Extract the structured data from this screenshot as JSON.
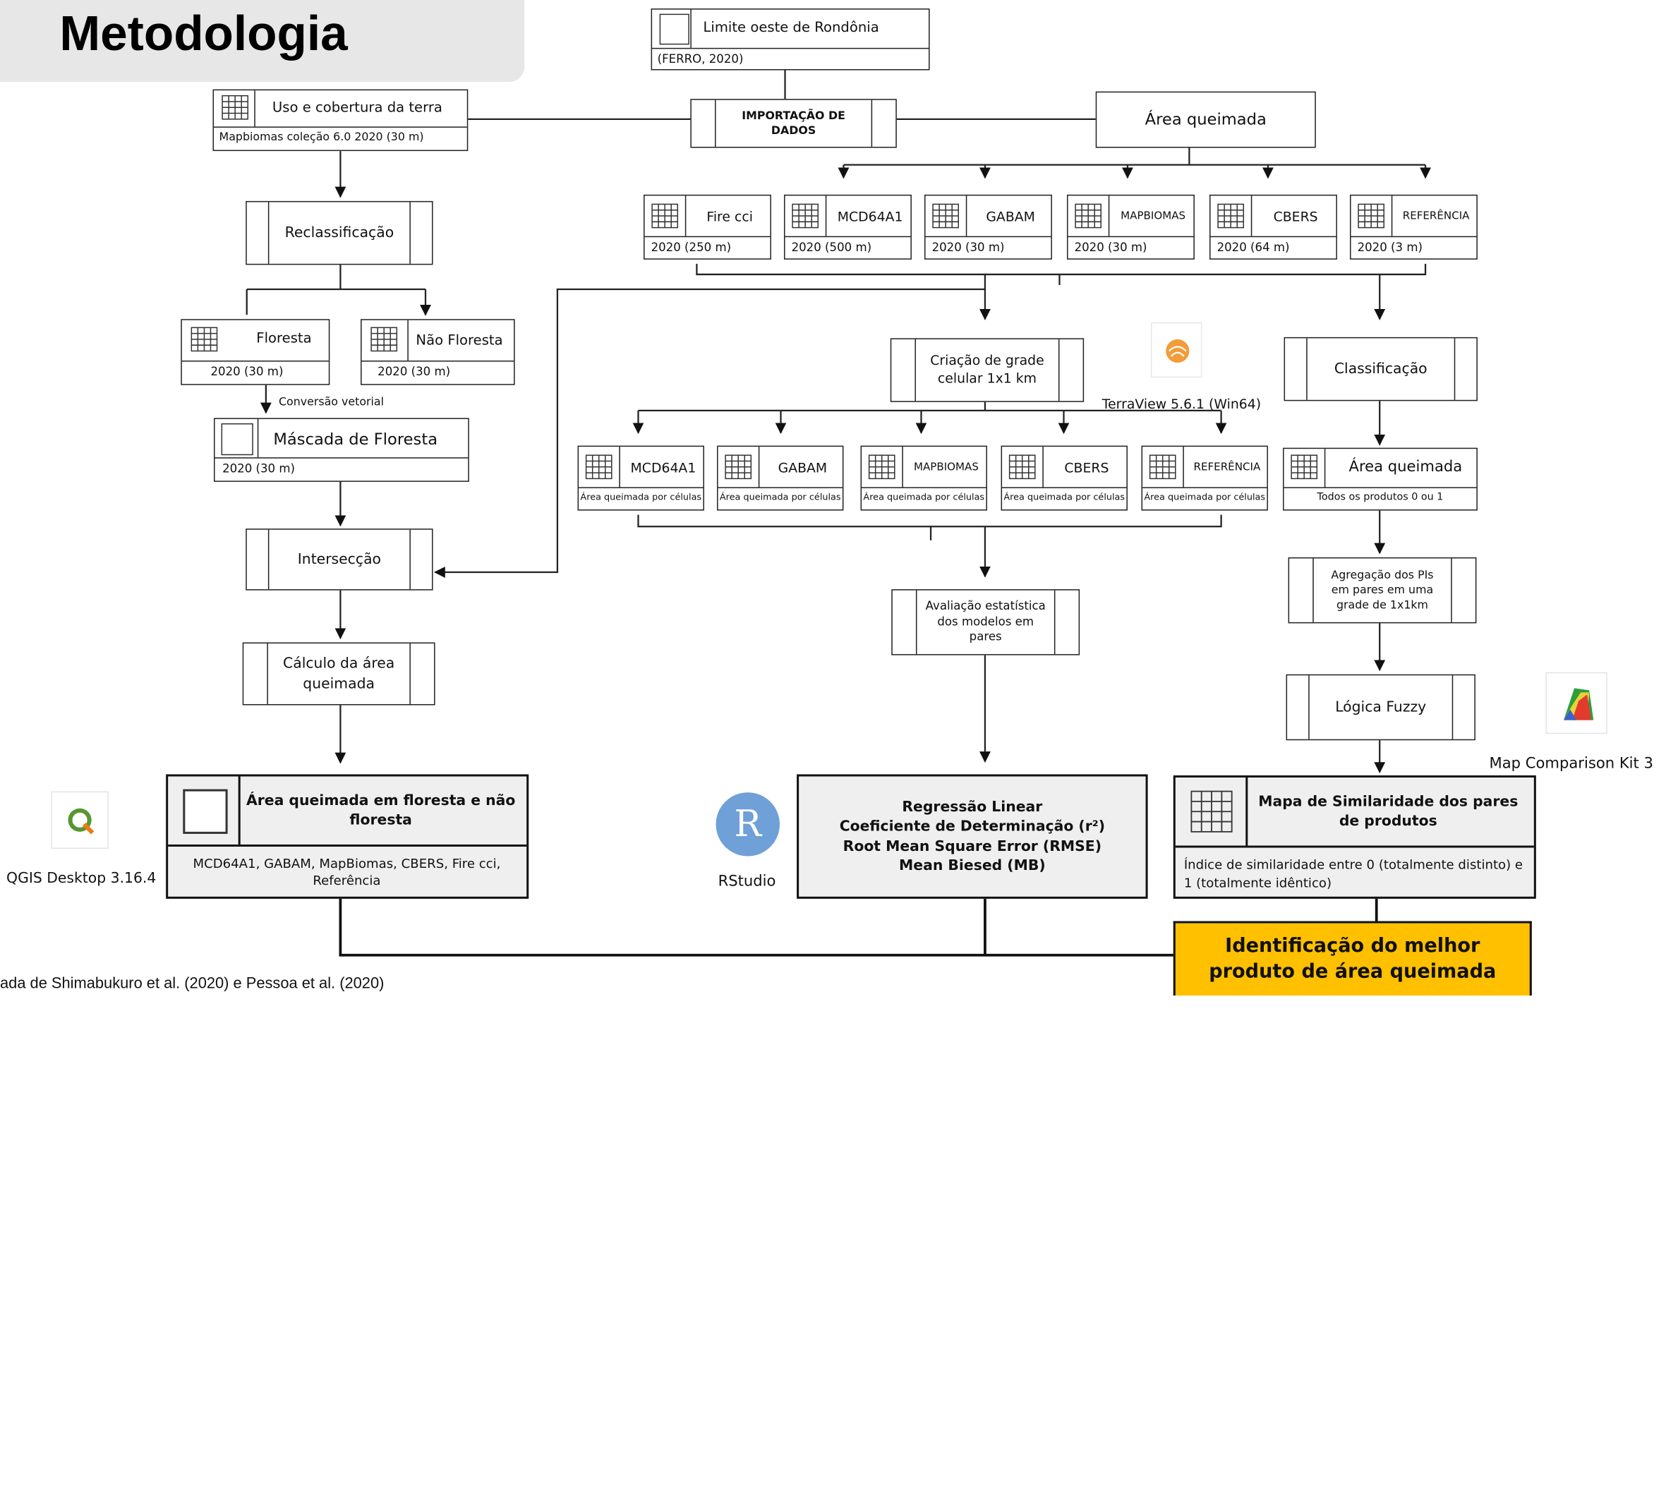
{
  "title": "Metodologia",
  "footer_citation": "ada de Shimabukuro et al. (2020) e Pessoa et al. (2020)",
  "colors": {
    "highlight": "#ffc000",
    "grey_fill": "#efefef",
    "r_logo": "#6fa0d8",
    "terraview": "#f39c3a"
  },
  "sources": {
    "limite": {
      "label": "Limite oeste de Rondônia",
      "sub": "(FERRO, 2020)"
    },
    "uso": {
      "label": "Uso e cobertura da terra",
      "sub": "Mapbiomas coleção 6.0 2020 (30 m)"
    },
    "importacao": "IMPORTAÇÃO DE DADOS",
    "area_queimada": "Área queimada"
  },
  "products": [
    {
      "name": "Fire cci",
      "sub": "2020 (250 m)"
    },
    {
      "name": "MCD64A1",
      "sub": "2020 (500 m)"
    },
    {
      "name": "GABAM",
      "sub": "2020 (30 m)"
    },
    {
      "name": "MAPBIOMAS",
      "sub": "2020 (30 m)"
    },
    {
      "name": "CBERS",
      "sub": "2020 (64 m)"
    },
    {
      "name": "REFERÊNCIA",
      "sub": "2020 (3 m)"
    }
  ],
  "left_branch": {
    "reclassificacao": "Reclassificação",
    "floresta": {
      "label": "Floresta",
      "sub": "2020 (30 m)"
    },
    "nao_floresta": {
      "label": "Não Floresta",
      "sub": "2020 (30 m)"
    },
    "conversao": "Conversão vetorial",
    "mascara": {
      "label": "Máscada de Floresta",
      "sub": "2020 (30 m)"
    },
    "interseccao": "Intersecção",
    "calculo": "Cálculo da área queimada",
    "result": {
      "title": "Área queimada em floresta e não floresta",
      "sub": "MCD64A1, GABAM, MapBiomas, CBERS, Fire cci, Referência"
    },
    "software": "QGIS Desktop 3.16.4"
  },
  "middle_branch": {
    "grade": "Criação de grade celular 1x1 km",
    "software_terraview": "TerraView 5.6.1 (Win64)",
    "cells": [
      {
        "name": "MCD64A1",
        "sub": "Área queimada por células"
      },
      {
        "name": "GABAM",
        "sub": "Área queimada por células"
      },
      {
        "name": "MAPBIOMAS",
        "sub": "Área queimada por células"
      },
      {
        "name": "CBERS",
        "sub": "Área queimada por células"
      },
      {
        "name": "REFERÊNCIA",
        "sub": "Área queimada por células"
      }
    ],
    "avaliacao": "Avaliação estatística dos modelos em pares",
    "result_lines": [
      "Regressão Linear",
      "Coeficiente de Determinação (r²)",
      "Root Mean Square Error (RMSE)",
      "Mean Biesed (MB)"
    ],
    "software_r": "RStudio",
    "r_letter": "R"
  },
  "right_branch": {
    "classificacao": "Classificação",
    "area": {
      "label": "Área queimada",
      "sub": "Todos os produtos 0 ou 1"
    },
    "agregacao": "Agregação dos PIs em pares em uma grade de 1x1km",
    "fuzzy": "Lógica Fuzzy",
    "software": "Map Comparison Kit 3",
    "result": {
      "title": "Mapa de Similaridade dos pares de produtos",
      "sub": "Índice de similaridade entre 0 (totalmente distinto) e 1 (totalmente idêntico)"
    }
  },
  "final": "Identificação do melhor produto de área queimada"
}
